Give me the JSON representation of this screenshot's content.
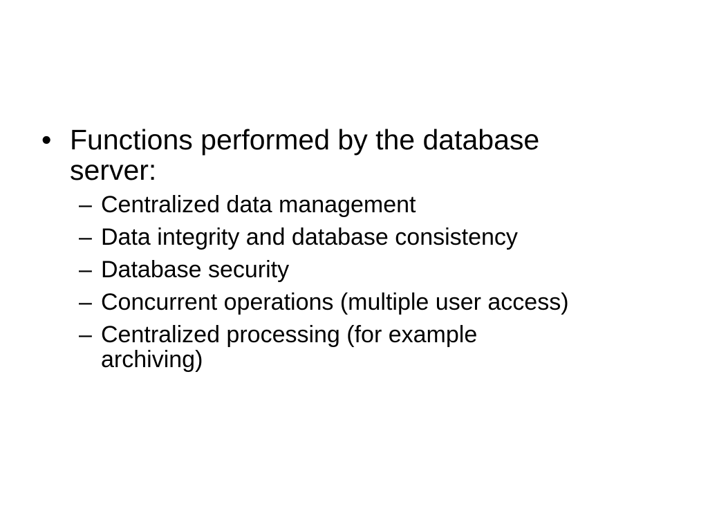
{
  "slide": {
    "main_bullet": {
      "marker": "•",
      "text": "Functions performed by the database server:"
    },
    "sub_bullets": [
      {
        "marker": "–",
        "text": "Centralized data management"
      },
      {
        "marker": "–",
        "text": "Data integrity and database consistency"
      },
      {
        "marker": "–",
        "text": "Database security"
      },
      {
        "marker": "–",
        "text": "Concurrent operations (multiple user access)"
      },
      {
        "marker": "–",
        "text": "Centralized processing (for example archiving)"
      }
    ]
  }
}
